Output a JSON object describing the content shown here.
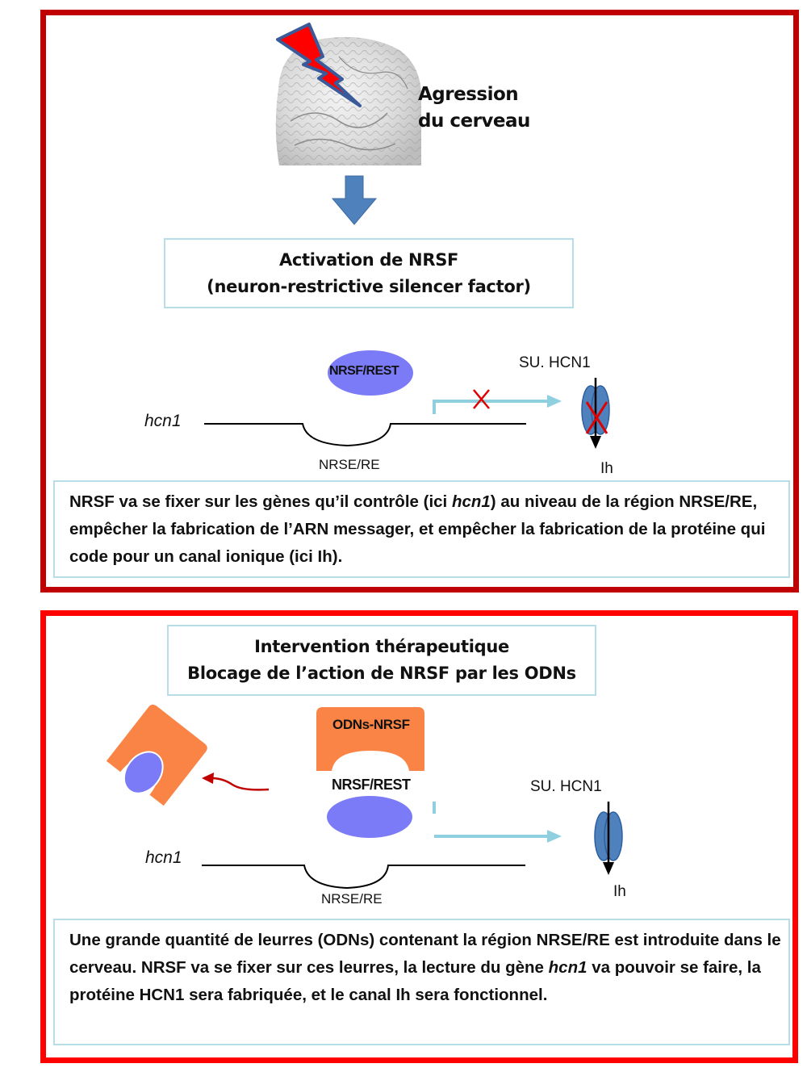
{
  "colors": {
    "frame_top": "#c00000",
    "frame_bottom": "#ff0000",
    "box_border": "#b6dde8",
    "nrsf_fill": "#7b7bf7",
    "odn_fill": "#f98445",
    "arrow_blue": "#4f81bd",
    "transcription_arrow": "#8fd0e0",
    "block_cross": "#e00000",
    "lightning_fill": "#ff0000",
    "lightning_edge": "#3a5a9a"
  },
  "panel_top": {
    "brain_caption_line1": "Agression",
    "brain_caption_line2": "du cerveau",
    "title_line1": "Activation de NRSF",
    "title_line2": "(neuron-restrictive silencer factor)",
    "gene_label": "hcn1",
    "element_label": "NRSE/RE",
    "factor_label": "NRSF/REST",
    "channel_label": "SU. HCN1",
    "current_label": "Ih",
    "transcription_blocked": true,
    "channel_blocked": true,
    "description": {
      "part1": "NRSF va se fixer sur les gènes qu’il contrôle (ici ",
      "gene": "hcn1",
      "part2": ") au niveau de la région NRSE/RE, empêcher la fabrication de l’ARN messager, et empêcher la fabrication de la protéine qui code pour un canal ionique (ici Ih)."
    }
  },
  "panel_bottom": {
    "title_line1": "Intervention thérapeutique",
    "title_line2": "Blocage de l’action de NRSF par les ODNs",
    "decoy_label": "ODNs-NRSF",
    "factor_label": "NRSF/REST",
    "gene_label": "hcn1",
    "element_label": "NRSE/RE",
    "channel_label": "SU. HCN1",
    "current_label": "Ih",
    "transcription_blocked": false,
    "channel_blocked": false,
    "description": {
      "part1": "Une grande quantité de leurres (ODNs) contenant la région NRSE/RE est introduite dans le cerveau. NRSF va se fixer sur ces leurres, la lecture du gène ",
      "gene": "hcn1",
      "part2": " va pouvoir se faire, la protéine HCN1 sera fabriquée, et le canal Ih sera fonctionnel."
    }
  }
}
